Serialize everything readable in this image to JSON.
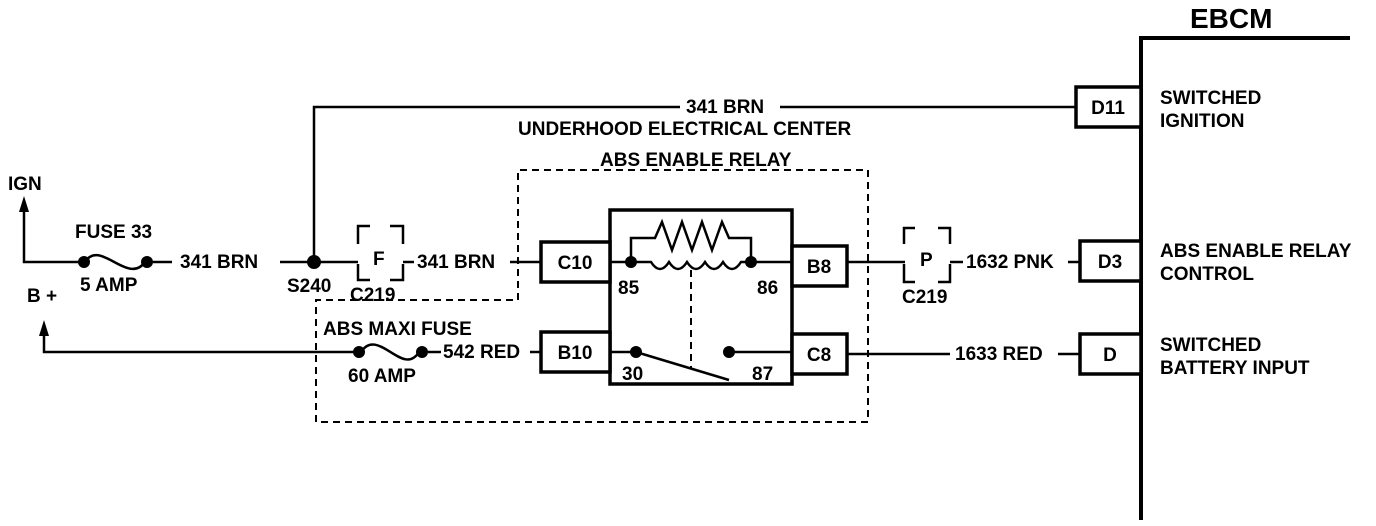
{
  "ebcm": {
    "title": "EBCM",
    "pins": [
      {
        "id": "D11",
        "desc": [
          "SWITCHED",
          "IGNITION"
        ]
      },
      {
        "id": "D3",
        "desc": [
          "ABS ENABLE RELAY",
          "CONTROL"
        ]
      },
      {
        "id": "D",
        "desc": [
          "SWITCHED",
          "BATTERY INPUT"
        ]
      }
    ]
  },
  "power": {
    "ign": "IGN",
    "bplus": "B +"
  },
  "fuse33": {
    "name": "FUSE 33",
    "rating": "5 AMP"
  },
  "maxi_fuse": {
    "name": "ABS MAXI FUSE",
    "rating": "60 AMP"
  },
  "splice": "S240",
  "connector": {
    "name": "C219",
    "cavity_f": "F",
    "cavity_p": "P"
  },
  "uec": "UNDERHOOD ELECTRICAL CENTER",
  "relay": {
    "title": "ABS ENABLE RELAY",
    "terminals": {
      "c10": "C10",
      "b8": "B8",
      "b10": "B10",
      "c8": "C8"
    },
    "pins": {
      "p85": "85",
      "p86": "86",
      "p30": "30",
      "p87": "87"
    }
  },
  "wires": {
    "w341_top": "341 BRN",
    "w341_left": "341 BRN",
    "w341_mid": "341 BRN",
    "w1632": "1632 PNK",
    "w542": "542 RED",
    "w1633": "1633 RED"
  }
}
